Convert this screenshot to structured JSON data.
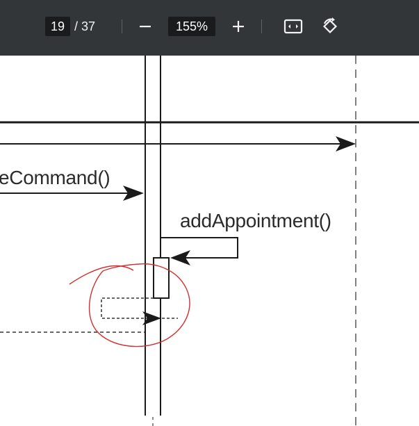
{
  "toolbar": {
    "current_page": "19",
    "page_separator": "/ 37",
    "zoom_level": "155%",
    "icons": {
      "zoom_out": "minus-icon",
      "zoom_in": "plus-icon",
      "fit_page": "fit-to-page-icon",
      "rotate": "rotate-icon"
    },
    "background_color": "#323639"
  },
  "document": {
    "message_label_1": "eCommand()",
    "message_label_2": "addAppointment()",
    "annotation_color": "#d32f2f"
  }
}
